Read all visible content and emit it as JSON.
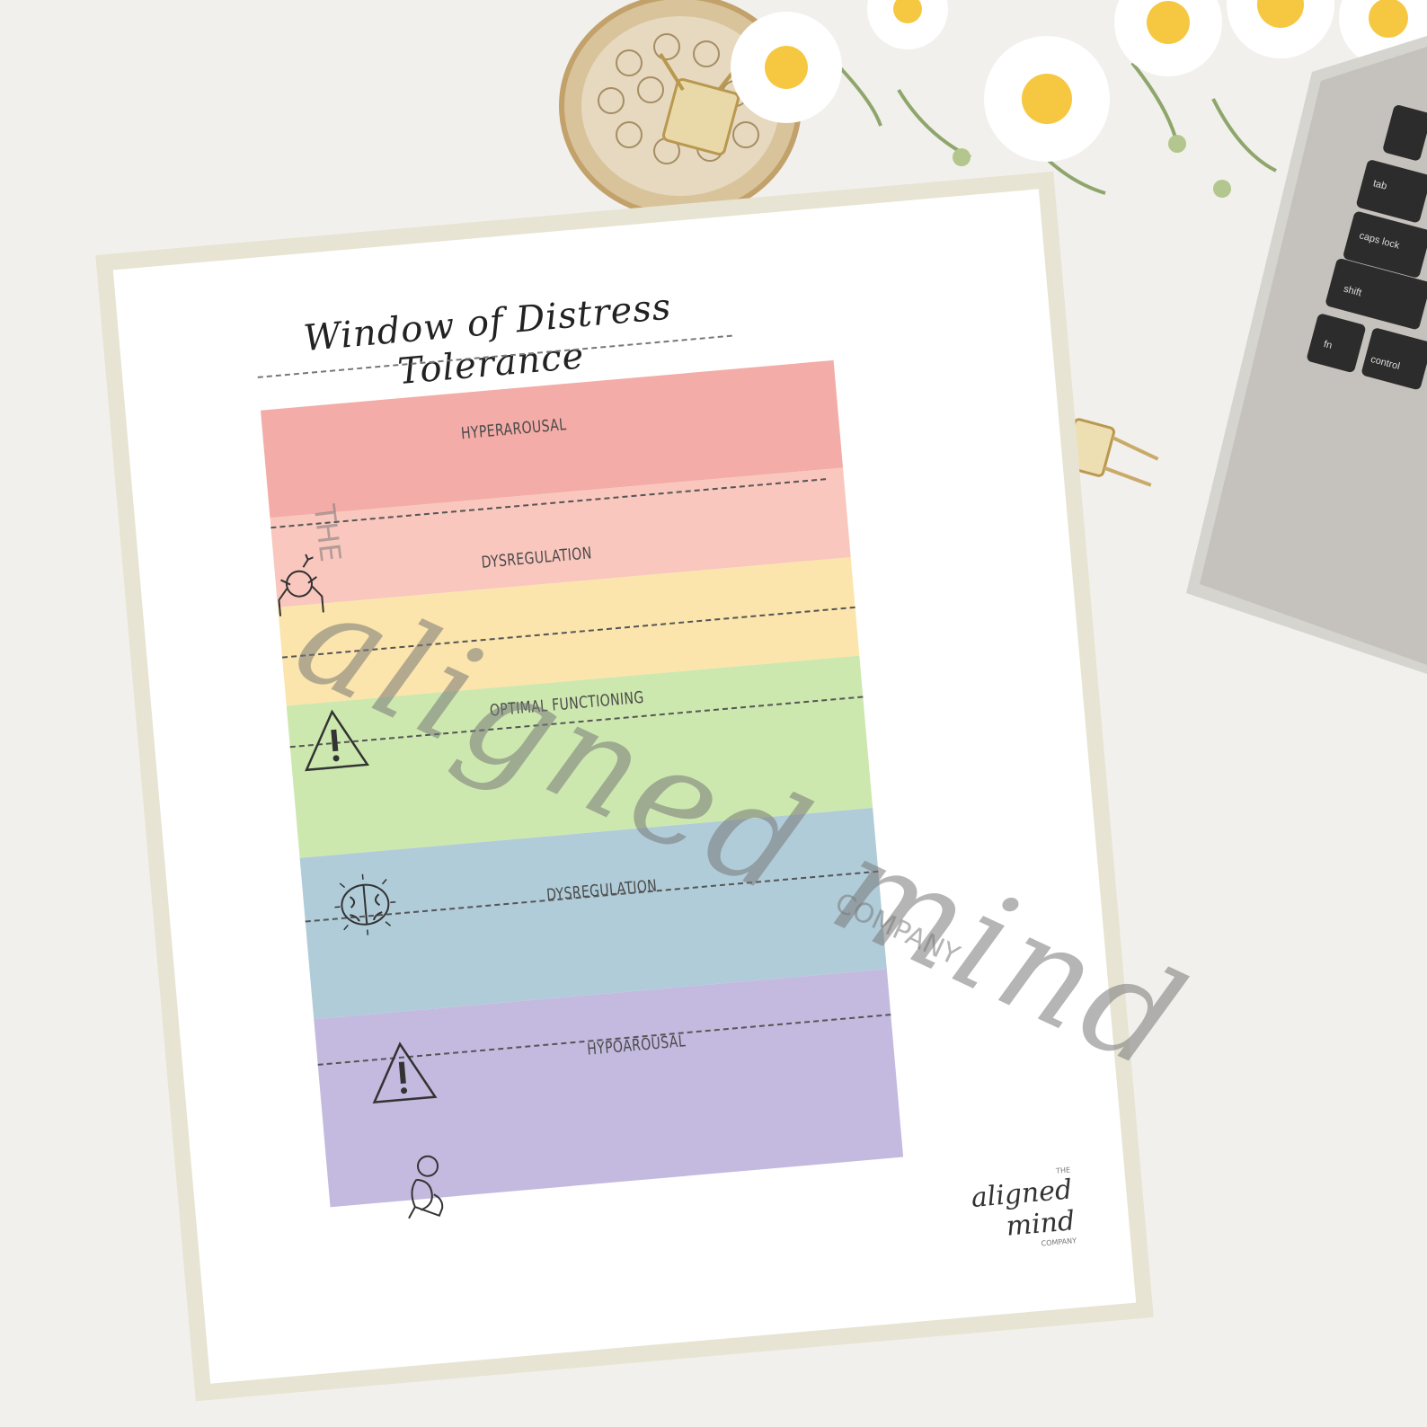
{
  "worksheet": {
    "title": "Window of Distress Tolerance",
    "zones": [
      {
        "label": "HYPERAROUSAL",
        "color": "#f2a5a0"
      },
      {
        "label": "DYSREGULATION",
        "color": "#f8c2b7"
      },
      {
        "label": "OPTIMAL FUNCTIONING",
        "color": "#c9e6a8"
      },
      {
        "label": "DYSREGULATION",
        "color": "#a9c8d6"
      },
      {
        "label": "HYPOAROUSAL",
        "color": "#bfb4dc"
      }
    ],
    "band_colors": {
      "red": "#f2a5a0",
      "peach": "#f8c2b7",
      "yellow": "#fbe3a5",
      "green": "#c9e6a8",
      "blue": "#a9c8d6",
      "purple": "#bfb4dc"
    },
    "icons": [
      "angry-person-icon",
      "warning-icon",
      "brain-icon",
      "warning-icon",
      "sad-person-icon"
    ],
    "watermark": {
      "the": "THE",
      "main": "aligned mind",
      "company": "COMPANY"
    },
    "footer_logo": {
      "the": "THE",
      "main": "aligned mind",
      "company": "COMPANY"
    }
  },
  "laptop_keys": [
    "tab",
    "caps lock",
    "shift",
    "fn",
    "control"
  ]
}
